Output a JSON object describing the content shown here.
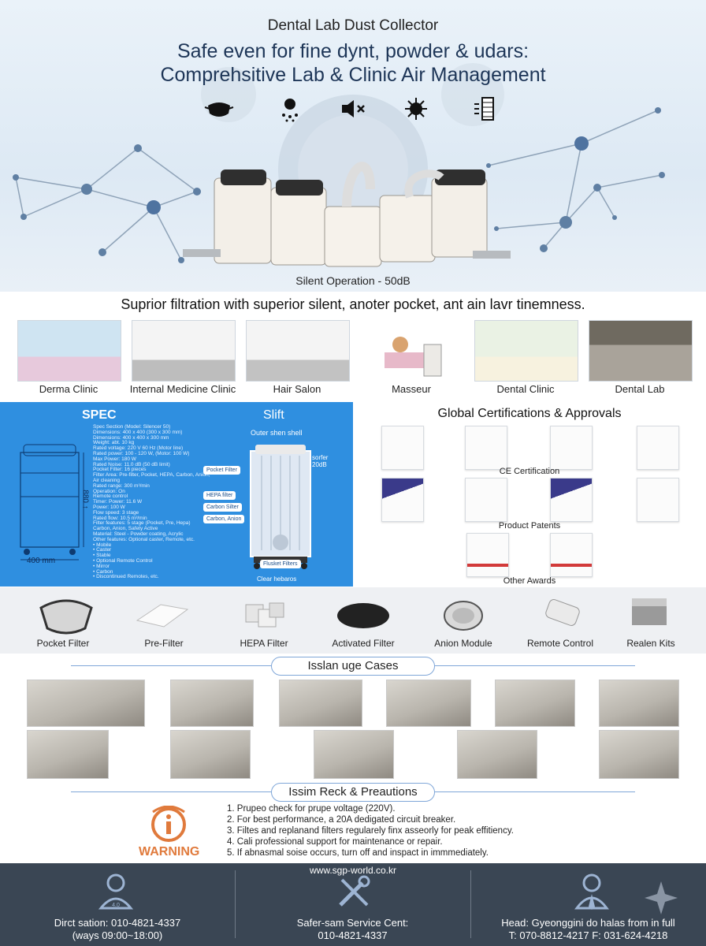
{
  "hero": {
    "title": "Dental Lab Dust Collector",
    "headline_line1": "Safe even for fine dynt, powder & udars:",
    "headline_line2": "Comprehsitive Lab & Clinic Air Management",
    "caption": "Silent Operation - 50dB",
    "icons": [
      "mask-icon",
      "germ-spray-icon",
      "speaker-mute-icon",
      "virus-icon",
      "filter-icon"
    ]
  },
  "filtration": {
    "title": "Suprior filtration with superior silent, anoter pocket, ant ain lavr tinemness.",
    "places": [
      "Derma Clinic",
      "Internal Medicine Clinic",
      "Hair Salon",
      "Masseur",
      "Dental Clinic",
      "Dental Lab"
    ]
  },
  "spec": {
    "title": "SPEC",
    "subtitle": "Slift",
    "width_label": "400 mm",
    "height_label": "880 ↑",
    "lines": [
      "Spec Section (Model: Silencer 50)",
      "Dimensions: 400 x 400 (300 x 300 mm)",
      "Dimensions: 400 x 400 x 300 mm",
      "Weight: abt. 10 kg",
      "Rated voltage: 220 V 60 Hz (Motor line)",
      "Rated power: 100 - 120 W, (Motor: 100 W)",
      "Max Power: 180 W",
      "Rated Noise: 11.0 dB (50 dB limit)",
      "Pocket Filter: 16 pieces",
      "Filter Area: Pre-filter, Pocket, HEPA, Carbon, Anion, ",
      "  Air cleaning",
      "Rated range: 300 m³/min",
      "Operation: On",
      "Remote control",
      "Timer: Power: 11.6 W",
      "Power: 100 W",
      "Flow speed: 3 stage",
      "Rated flow: 10.5 m³/min",
      "Filter features: 5 stage (Pocket, Pre, Hepa)",
      "  Carbon, Anion, Safety Active",
      "Material: Steel - Powder coating, Acrylic",
      "Other features: Optional caster, Remote, etc.",
      "• Mobile",
      "• Caster",
      "• Stable",
      "• Optional Remote Control",
      "• Mirror",
      "• Carbon",
      "• Discontinued Remotes, etc."
    ],
    "callouts": {
      "outer": "Outer shen shell",
      "power": "sorfer\n20dB",
      "pocket": "Pocket Filter",
      "hepa": "HEPA filter",
      "carbon": "Carbon Silter",
      "anion": "Carbon, Anion",
      "flushed": "Flusket Filters",
      "clear": "Clear hebaros"
    }
  },
  "certs": {
    "title": "Global Certifications & Approvals",
    "groups": [
      "CE Certification",
      "Product Patents",
      "Other Awards"
    ]
  },
  "parts": {
    "items": [
      "Pocket Filter",
      "Pre-Filter",
      "HEPA Filter",
      "Activated Filter",
      "Anion Module",
      "Remote Control",
      "Realen Kits"
    ]
  },
  "cases": {
    "title": "Isslan uge Cases"
  },
  "precautions": {
    "title": "Issim Reck & Preautions",
    "warning_label": "WARNING",
    "items": [
      "1. Prupeo check for prupe voltage (220V).",
      "2. For best performance,  a 20A dedigated circuit breaker.",
      "3. Filtes and replanand filters regularely finx asseorly for peak effitiency.",
      "4. Cali professional support for maintenance or repair.",
      "5. If abnasmal soise occurs, turn off and inspact in immmediately."
    ]
  },
  "footer": {
    "website": "www.sgp-world.co.kr",
    "col1_line1": "Dirct sation: 010-4821-4337",
    "col1_line2": "(ways 09:00~18:00)",
    "col2_line1": "Safer-sam Service Cent:",
    "col2_line2": "010-4821-4337",
    "col3_line1": "Head: Gyeonggini do halas from in full",
    "col3_line2": "T: 070-8812-4217  F: 031-624-4218",
    "avatar_badge": "4.0"
  },
  "colors": {
    "hero_bg": "#e3edf6",
    "headline": "#1d3557",
    "spec_bg": "#2f8fe0",
    "accent_line": "#7fa6d8",
    "warning": "#e07a3c",
    "footer_bg": "#3a4654"
  }
}
